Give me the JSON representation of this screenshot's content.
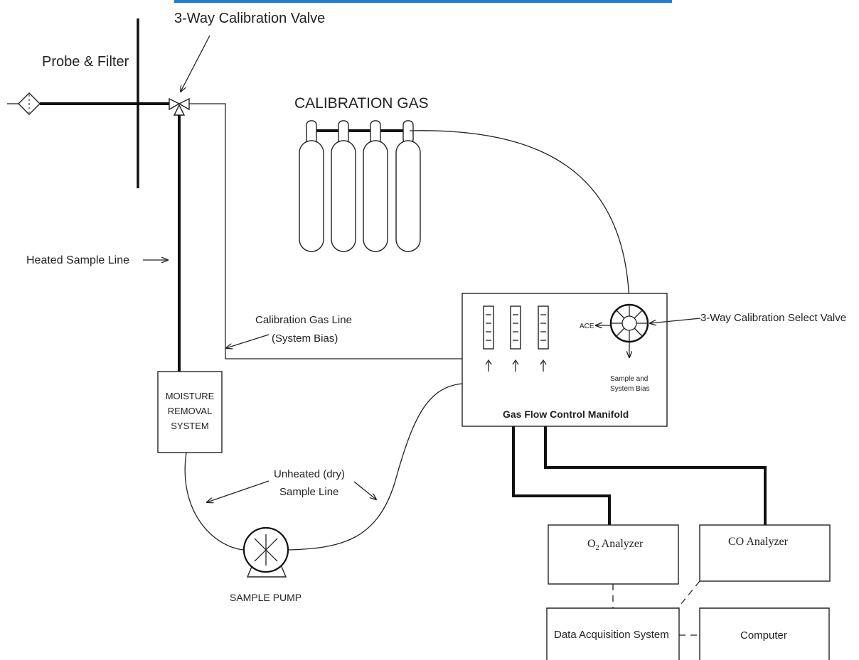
{
  "labels": {
    "three_way_valve": "3-Way Calibration Valve",
    "probe_filter": "Probe & Filter",
    "calibration_gas": "CALIBRATION GAS",
    "heated_sample_line": "Heated Sample Line",
    "calibration_gas_line_1": "Calibration Gas Line",
    "calibration_gas_line_2": "(System Bias)",
    "select_valve": "3-Way Calibration Select Valve",
    "ace": "ACE",
    "sample_bias_1": "Sample and",
    "sample_bias_2": "System Bias",
    "manifold": "Gas Flow Control Manifold",
    "moisture_1": "MOISTURE",
    "moisture_2": "REMOVAL",
    "moisture_3": "SYSTEM",
    "unheated_1": "Unheated (dry)",
    "unheated_2": "Sample Line",
    "sample_pump": "SAMPLE PUMP",
    "o2_analyzer_main": "O",
    "o2_analyzer_sub": "2",
    "o2_analyzer_rest": " Analyzer",
    "co_analyzer": "CO Analyzer",
    "daq": "Data Acquisition System",
    "computer": "Computer"
  }
}
